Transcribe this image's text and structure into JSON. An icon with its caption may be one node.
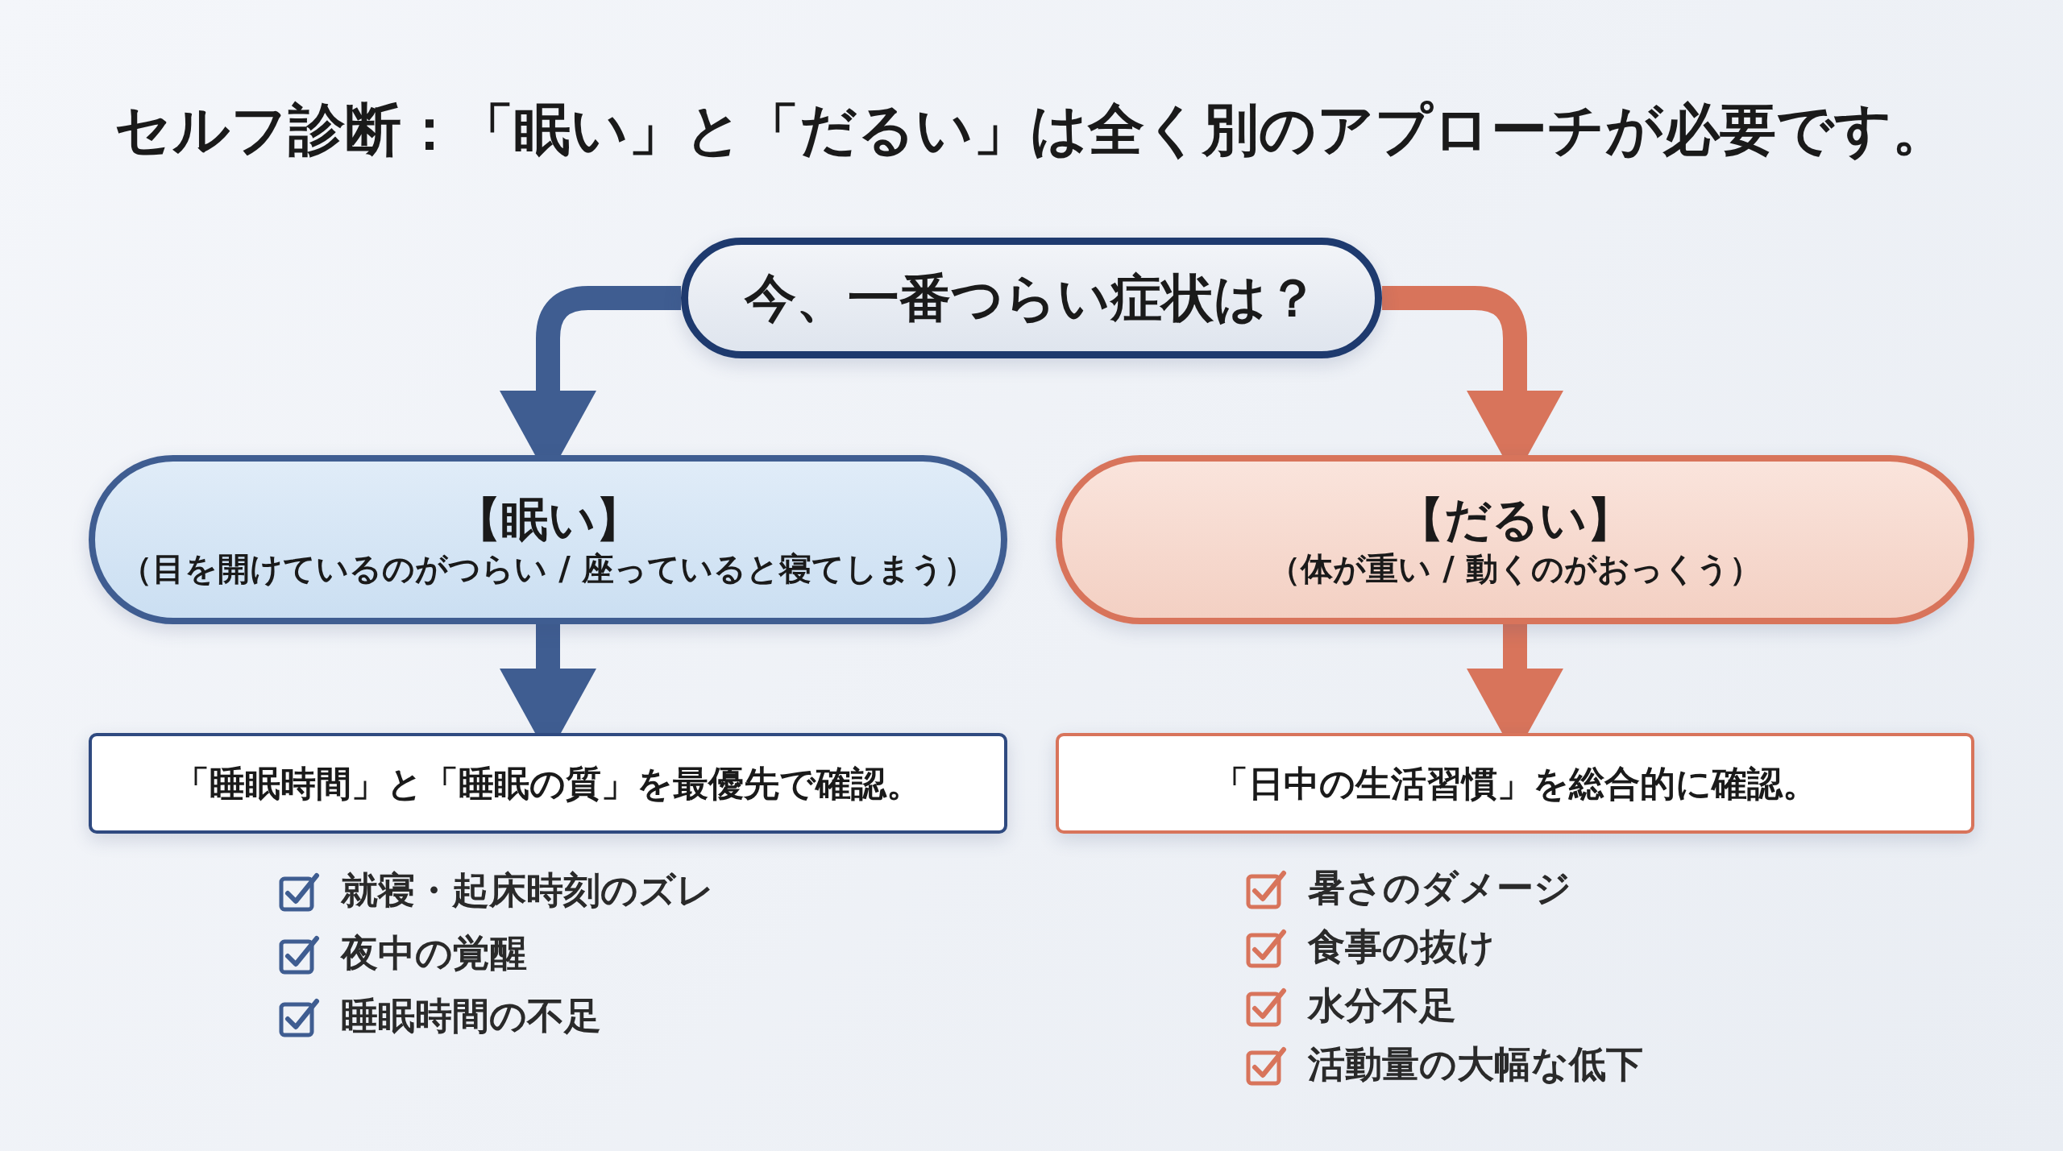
{
  "diagram": {
    "title": "セルフ診断：「眠い」と「だるい」は全く別のアプローチが必要です。",
    "nodes": [
      {
        "text": [
          "今、一番つらい症状は？"
        ]
      },
      {
        "text": [
          "【眠い】",
          "（目を開けているのがつらい / 座っていると寝てしまう）"
        ]
      },
      {
        "text": [
          "【だるい】",
          "（体が重い / 動くのがおっくう）"
        ]
      },
      {
        "text": [
          "「睡眠時間」と「睡眠の質」を最優先で確認。"
        ]
      },
      {
        "text": [
          "「日中の生活習慣」を総合的に確認。"
        ]
      }
    ],
    "edges": [
      {
        "from": 0,
        "to": 1,
        "arrow": "to",
        "color": "#3f5d91"
      },
      {
        "from": 0,
        "to": 2,
        "arrow": "to",
        "color": "#d8745b"
      },
      {
        "from": 1,
        "to": 3,
        "arrow": "to",
        "color": "#3f5d91"
      },
      {
        "from": 2,
        "to": 4,
        "arrow": "to",
        "color": "#d8745b"
      }
    ],
    "labels": [
      "就寝・起床時刻のズレ",
      "夜中の覚醒",
      "睡眠時間の不足",
      "暑さのダメージ",
      "食事の抜け",
      "水分不足",
      "活動量の大幅な低下"
    ]
  }
}
